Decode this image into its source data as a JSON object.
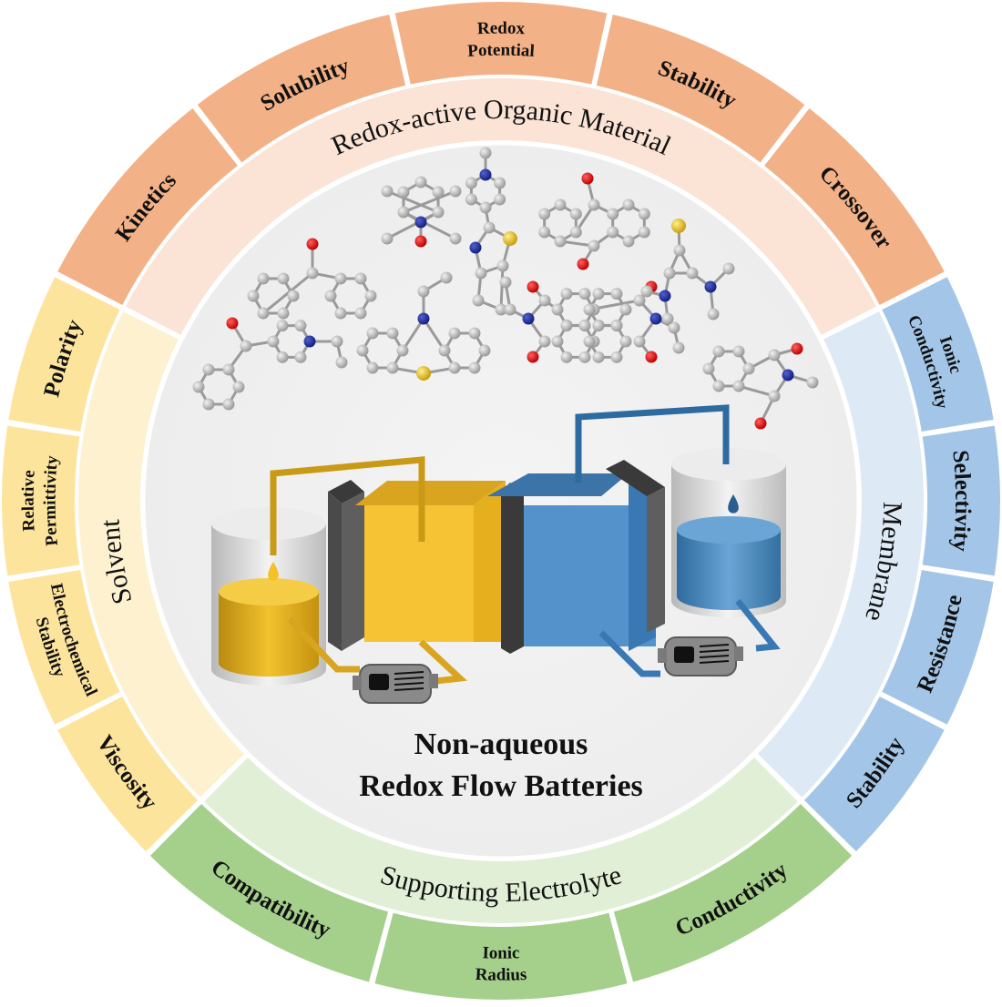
{
  "title": {
    "line1": "Non-aqueous",
    "line2": "Redox Flow Batteries"
  },
  "categories": [
    {
      "id": "redox-active-organic-material",
      "label": "Redox-active Organic Material",
      "color_outer": "#f3b187",
      "color_inner": "#fbe3d5",
      "segments": [
        {
          "label": "Kinetics"
        },
        {
          "label": "Solubility"
        },
        {
          "label": "Redox Potential",
          "lines": [
            "Redox",
            "Potential"
          ]
        },
        {
          "label": "Stability"
        },
        {
          "label": "Crossover"
        }
      ]
    },
    {
      "id": "membrane",
      "label": "Membrane",
      "color_outer": "#a3c6e8",
      "color_inner": "#ddeaf6",
      "segments": [
        {
          "label": "Ionic Conductivity",
          "lines": [
            "Ionic",
            "Conductivity"
          ]
        },
        {
          "label": "Selectivity"
        },
        {
          "label": "Resistance"
        },
        {
          "label": "Stability"
        }
      ]
    },
    {
      "id": "supporting-electrolyte",
      "label": "Supporting Electrolyte",
      "color_outer": "#a5d08c",
      "color_inner": "#e1efd6",
      "segments": [
        {
          "label": "Conductivity"
        },
        {
          "label": "Ionic Radius",
          "lines": [
            "Ionic",
            "Radius"
          ]
        },
        {
          "label": "Compatibility"
        }
      ]
    },
    {
      "id": "solvent",
      "label": "Solvent",
      "color_outer": "#fde49d",
      "color_inner": "#fdf1d0",
      "segments": [
        {
          "label": "Viscosity"
        },
        {
          "label": "Electrochemical Stability",
          "lines": [
            "Electrochemical",
            "Stability"
          ]
        },
        {
          "label": "Relative Permittivity",
          "lines": [
            "Relative",
            "Permittivity"
          ]
        },
        {
          "label": "Polarity"
        }
      ]
    }
  ],
  "illustration": {
    "molecules": [
      "fluorenone",
      "tempo",
      "pyridyl-benzothiazole",
      "anthraquinone",
      "thiocyclopropenone-amine",
      "benzoyl-pyridinium",
      "ethyl-phenothiazine",
      "naphthalene-diimide",
      "n-methylphthalimide"
    ],
    "atom_colors": {
      "carbon": "#b5b5b5",
      "nitrogen": "#1f2f9a",
      "oxygen": "#e01010",
      "sulfur": "#e8c22a"
    },
    "battery": {
      "posolyte_color": "#f5c02a",
      "negolyte_color": "#4a8cc8",
      "electrode_color": "#5e5e5e",
      "tank_color": "#dcdcdc",
      "pump_color": "#8c8c8c"
    }
  }
}
